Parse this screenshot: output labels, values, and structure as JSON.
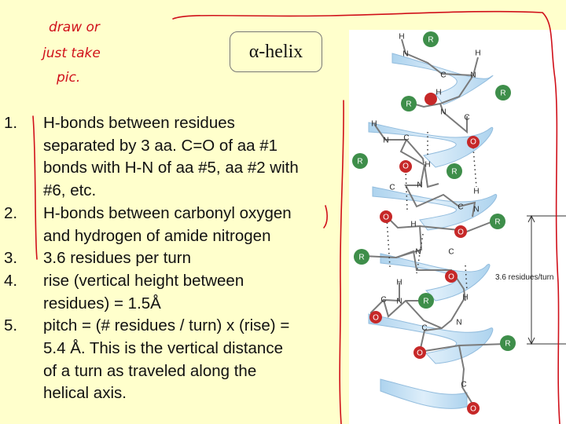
{
  "title": "α-helix",
  "handwritten_note": [
    "draw or",
    "just take",
    "pic."
  ],
  "bullets": [
    {
      "num": "1.",
      "lines": [
        "H-bonds between residues",
        "separated by 3 aa. C=O of aa #1",
        "bonds with H-N of aa #5, aa #2 with",
        "#6, etc."
      ]
    },
    {
      "num": "2.",
      "lines": [
        "H-bonds between carbonyl oxygen",
        "and hydrogen of amide nitrogen"
      ]
    },
    {
      "num": "3.",
      "lines": [
        "3.6 residues per turn"
      ]
    },
    {
      "num": "4.",
      "lines": [
        "rise (vertical height between",
        "residues) = 1.5Å"
      ]
    },
    {
      "num": "5.",
      "lines": [
        "pitch = (# residues / turn) x (rise) =",
        "5.4 Å.  This is the vertical distance",
        "of a turn as traveled along the",
        "helical axis."
      ]
    }
  ],
  "figure": {
    "measure_label": "3.6 residues/turn",
    "atoms": {
      "hydrogen": "H",
      "nitrogen": "N",
      "carbon": "C",
      "oxygen": "O",
      "side_chain": "R"
    },
    "colors": {
      "side_chain": "#3E8E4A",
      "oxygen": "#C62828",
      "backbone_ribbon": "#BFDDF2",
      "pen": "#D0101A"
    }
  }
}
